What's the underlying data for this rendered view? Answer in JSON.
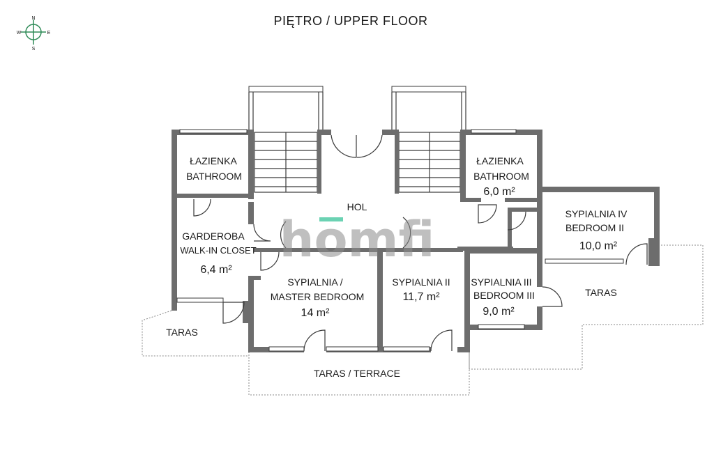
{
  "title": "PIĘTRO / UPPER FLOOR",
  "compass": {
    "n": "N",
    "s": "S",
    "e": "E",
    "w": "W",
    "color": "#2e8b57"
  },
  "watermark": {
    "text": "homfi",
    "accent": "#39c39a"
  },
  "rooms": {
    "bath_left": {
      "line1": "ŁAZIENKA",
      "line2": "BATHROOM"
    },
    "bath_right": {
      "line1": "ŁAZIENKA",
      "line2": "BATHROOM",
      "area": "6,0 m²"
    },
    "hall": {
      "line1": "HOL"
    },
    "closet": {
      "line1": "GARDEROBA",
      "line2": "WALK-IN CLOSET",
      "area": "6,4 m²"
    },
    "master": {
      "line1": "SYPIALNIA /",
      "line2": "MASTER BEDROOM",
      "area": "14 m²"
    },
    "bed2": {
      "line1": "SYPIALNIA II",
      "area": "11,7 m²"
    },
    "bed3": {
      "line1": "SYPIALNIA III",
      "line2": "BEDROOM III",
      "area": "9,0 m²"
    },
    "bed4": {
      "line1": "SYPIALNIA IV",
      "line2": "BEDROOM II",
      "area": "10,0 m²"
    }
  },
  "terraces": {
    "left": "TARAS",
    "center": "TARAS / TERRACE",
    "right": "TARAS"
  },
  "colors": {
    "wall": "#6d6d6d",
    "line": "#3a3a3a",
    "dashed": "#8a8a8a"
  }
}
